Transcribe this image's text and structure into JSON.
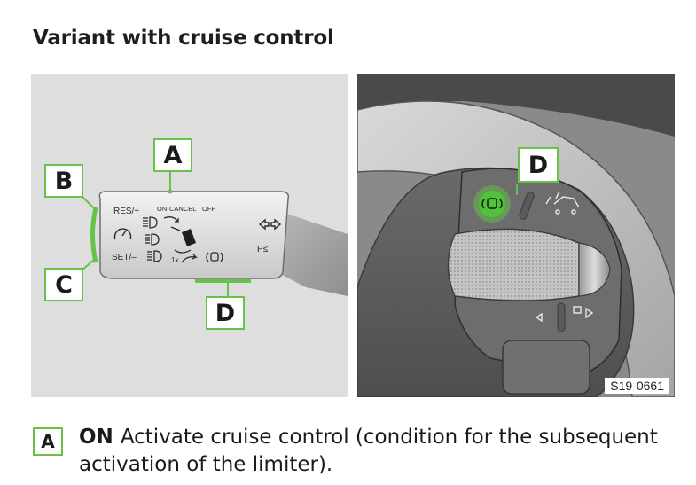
{
  "heading": "Variant with cruise control",
  "figure": {
    "reference_code": "S19-0661",
    "accent_color": "#68c24a",
    "left_panel": {
      "callouts": {
        "a": "A",
        "b": "B",
        "c": "C",
        "d": "D"
      },
      "lever_labels": {
        "res": "RES/+",
        "set": "SET/–",
        "on": "ON",
        "cancel": "CANCEL",
        "off": "OFF",
        "onetouch": "1x",
        "park": "P≤"
      }
    },
    "right_panel": {
      "callouts": {
        "d": "D"
      }
    }
  },
  "description": {
    "badge": "A",
    "keyword": "ON",
    "text": "Activate cruise control (condition for the subsequent activation of the limiter)."
  }
}
